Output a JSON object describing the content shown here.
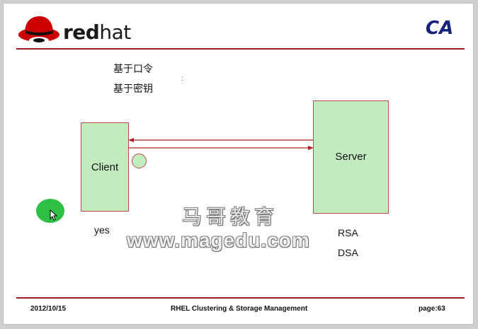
{
  "header": {
    "logo_red": "red",
    "logo_hat": "hat",
    "title": "CA"
  },
  "auth_methods": [
    "基于口令",
    "基于密钥"
  ],
  "diagram": {
    "client_label": "Client",
    "server_label": "Server",
    "client_note": "yes",
    "server_algorithms": [
      "RSA",
      "DSA"
    ]
  },
  "watermark": {
    "chinese": "马哥教育",
    "url": "www.magedu.com"
  },
  "footer": {
    "date": "2012/10/15",
    "course": "RHEL Clustering & Storage Management",
    "page": "page:63"
  },
  "colors": {
    "rule": "#a31818",
    "box_fill": "#c2ecbf",
    "box_border": "#c24a4a",
    "title_blue": "#15217a",
    "cursor_dot": "#2ec045"
  }
}
